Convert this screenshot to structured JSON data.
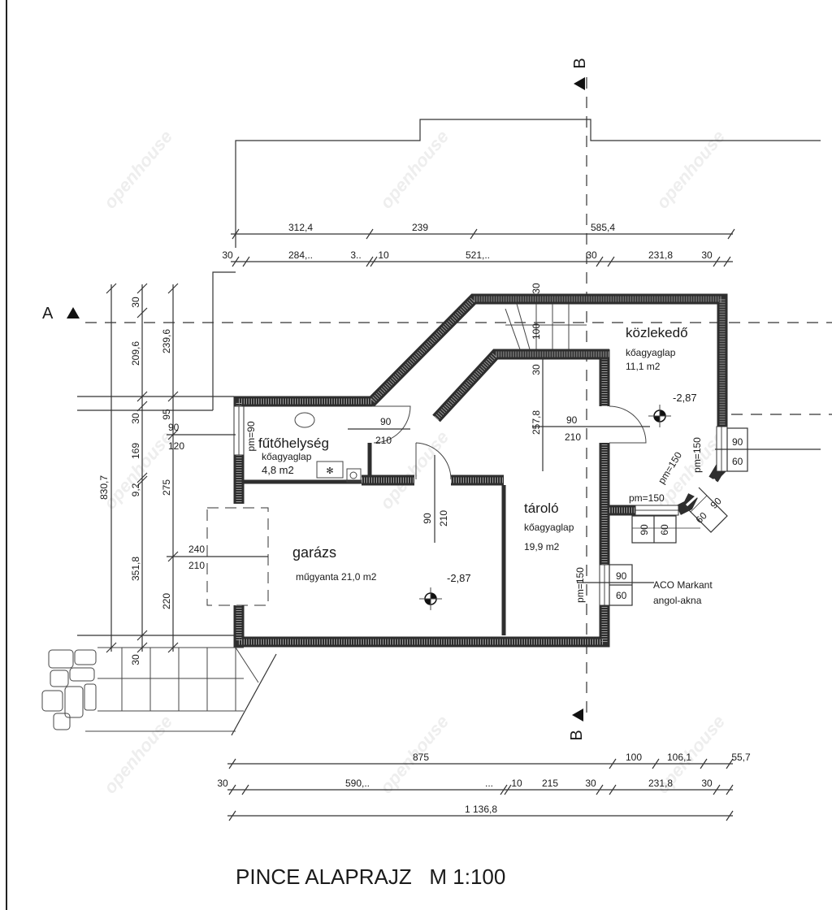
{
  "title": "PINCE ALAPRAJZ   M 1:100",
  "watermark": "openhouse",
  "section_markers": {
    "a_left": "A",
    "b_top": "B",
    "b_bottom": "B"
  },
  "rooms": [
    {
      "name": "fűtőhelység",
      "floor": "kőagyaglap",
      "area": "4,8 m2"
    },
    {
      "name": "garázs",
      "floor_area": "műgyanta  21,0 m2"
    },
    {
      "name": "tároló",
      "floor": "kőagyaglap",
      "area": "19,9 m2"
    },
    {
      "name": "közlekedő",
      "floor": "kőagyaglap",
      "area": "11,1 m2"
    }
  ],
  "levels": [
    "-2,87",
    "-2,87"
  ],
  "dims_top_row1": [
    "312,4",
    "239",
    "585,4"
  ],
  "dims_top_row2": [
    "30",
    "284,..",
    "3..",
    "10",
    "521,..",
    "30",
    "231,8",
    "30"
  ],
  "dims_bottom_row1": [
    "875",
    "100",
    "106,1",
    "55,7"
  ],
  "dims_bottom_row2": [
    "30",
    "590,..",
    "...",
    "10",
    "215",
    "30",
    "231,8",
    "30"
  ],
  "dims_bottom_total": "1 136,8",
  "dims_left": {
    "col1": [
      "830,7"
    ],
    "col2": [
      "30",
      "209,6",
      "30",
      "169",
      "9,2",
      "351,8",
      "30"
    ],
    "col3": [
      "239,6",
      "95",
      "275",
      "220"
    ]
  },
  "stair_dims": [
    "30",
    "100",
    "30",
    "257,8"
  ],
  "openings": {
    "left_window": [
      "90",
      "120"
    ],
    "left_window_sill": "pm=90",
    "heating_door": [
      "90",
      "210"
    ],
    "garage_inner_door": [
      "90",
      "210"
    ],
    "garage_door": [
      "240",
      "210"
    ],
    "storage_door": [
      "90",
      "210"
    ],
    "right_window": [
      "90",
      "60"
    ],
    "right_window_sill": "pm=150",
    "bay_diag_sill": "pm=150",
    "bay_sill": "pm=150",
    "bay_bottom_window": [
      "90",
      "60"
    ],
    "bay_diag_window": [
      "90",
      "60"
    ],
    "storage_window": [
      "90",
      "60"
    ],
    "storage_window_sill": "pm=150"
  },
  "annotation": [
    "ACO Markant",
    "angol-akna"
  ]
}
